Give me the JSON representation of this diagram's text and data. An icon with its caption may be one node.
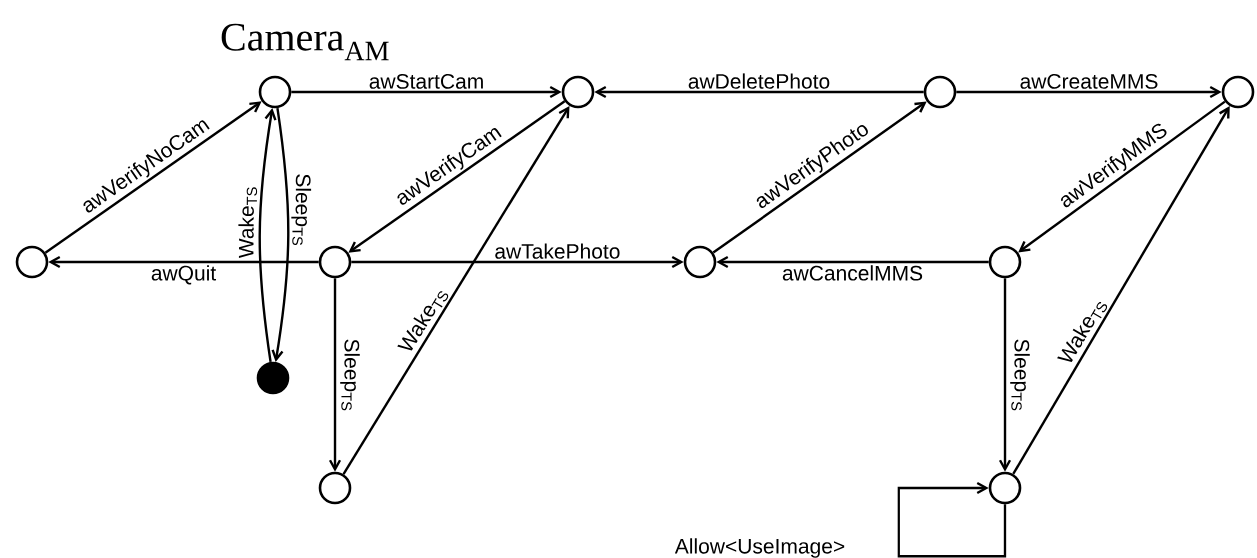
{
  "diagram": {
    "title": "Camera$_{AM}$",
    "nodes": [
      {
        "text": [],
        "shape": "circle"
      },
      {
        "text": [],
        "shape": "circle"
      },
      {
        "text": [],
        "shape": "circle"
      },
      {
        "text": [],
        "shape": "circle"
      },
      {
        "text": [],
        "shape": "circle"
      },
      {
        "text": [],
        "shape": "circle"
      },
      {
        "text": [],
        "shape": "circle"
      },
      {
        "text": [],
        "shape": "circle"
      },
      {
        "text": [],
        "shape": "circle"
      },
      {
        "text": [],
        "shape": "circle"
      },
      {
        "text": [],
        "shape": "circle"
      }
    ],
    "edges": [
      {
        "from": 0,
        "to": 1,
        "arrow": "to",
        "label": "awStartCam"
      },
      {
        "from": 2,
        "to": 1,
        "arrow": "to",
        "label": "awDeletePhoto"
      },
      {
        "from": 2,
        "to": 3,
        "arrow": "to",
        "label": "awCreateMMS"
      },
      {
        "from": 4,
        "to": 0,
        "arrow": "to",
        "label": "awVerifyNoCam"
      },
      {
        "from": 1,
        "to": 5,
        "arrow": "to",
        "label": "awVerifyCam"
      },
      {
        "from": 5,
        "to": 4,
        "arrow": "to",
        "label": "awQuit"
      },
      {
        "from": 5,
        "to": 6,
        "arrow": "to",
        "label": "awTakePhoto"
      },
      {
        "from": 6,
        "to": 2,
        "arrow": "to",
        "label": "awVerifyPhoto"
      },
      {
        "from": 3,
        "to": 7,
        "arrow": "to",
        "label": "awVerifyMMS"
      },
      {
        "from": 7,
        "to": 6,
        "arrow": "to",
        "label": "awCancelMMS"
      },
      {
        "from": 8,
        "to": 0,
        "arrow": "to",
        "label": "Wake$_{TS}$"
      },
      {
        "from": 0,
        "to": 8,
        "arrow": "to",
        "label": "Sleep$_{TS}$"
      },
      {
        "from": 5,
        "to": 9,
        "arrow": "to",
        "label": "Sleep$_{TS}$"
      },
      {
        "from": 9,
        "to": 1,
        "arrow": "to",
        "label": "Wake$_{TS}$"
      },
      {
        "from": 7,
        "to": 10,
        "arrow": "to",
        "label": "Sleep$_{TS}$"
      },
      {
        "from": 10,
        "to": 3,
        "arrow": "to",
        "label": "Wake$_{TS}$"
      },
      {
        "from": 10,
        "to": 10,
        "arrow": "to",
        "label": "Allow<UseImage>"
      }
    ]
  }
}
